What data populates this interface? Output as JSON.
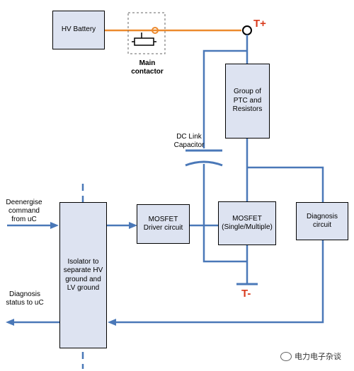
{
  "blocks": {
    "hv_battery": "HV Battery",
    "ptc_group": "Group of PTC and Resistors",
    "mosfet_driver": "MOSFET Driver circuit",
    "mosfet": "MOSFET (Single/Multiple)",
    "diagnosis_circuit": "Diagnosis circuit",
    "isolator": "Isolator to separate HV ground and LV ground"
  },
  "labels": {
    "main_contactor": "Main contactor",
    "dc_link": "DC Link Capacitor",
    "deenergise": "Deenergise command from uC",
    "diagnosis_status": "Diagnosis status to uC",
    "t_plus": "T+",
    "t_minus": "T-"
  },
  "watermark": "电力电子杂谈",
  "colors": {
    "wire_blue": "#4a78b8",
    "wire_orange": "#ec8a2e",
    "block_fill": "#dde3f1",
    "terminal_red": "#d83a1c"
  }
}
